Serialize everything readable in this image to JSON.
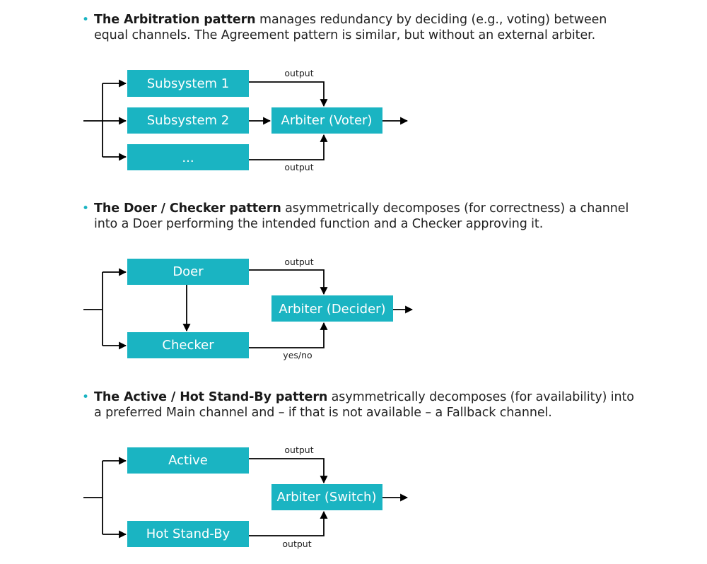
{
  "sections": [
    {
      "title": "The Arbitration pattern",
      "text": " manages redundancy by deciding (e.g., voting) between equal channels. The Agreement pattern is similar, but without an external arbiter.",
      "boxes": {
        "top": "Subsystem 1",
        "mid": "Subsystem 2",
        "bot": "...",
        "arbiter": "Arbiter (Voter)"
      },
      "labels": {
        "top": "output",
        "bot": "output"
      }
    },
    {
      "title": "The Doer / Checker pattern",
      "text": " asymmetrically decomposes (for correctness) a channel into a Doer performing the intended function and a Checker approving it.",
      "boxes": {
        "top": "Doer",
        "bot": "Checker",
        "arbiter": "Arbiter (Decider)"
      },
      "labels": {
        "top": "output",
        "bot": "yes/no"
      }
    },
    {
      "title": "The Active / Hot Stand-By pattern",
      "text": " asymmetrically decomposes (for availability) into a preferred Main channel and – if that is not available – a Fallback channel.",
      "boxes": {
        "top": "Active",
        "bot": "Hot Stand-By",
        "arbiter": "Arbiter (Switch)"
      },
      "labels": {
        "top": "output",
        "bot": "output"
      }
    }
  ]
}
